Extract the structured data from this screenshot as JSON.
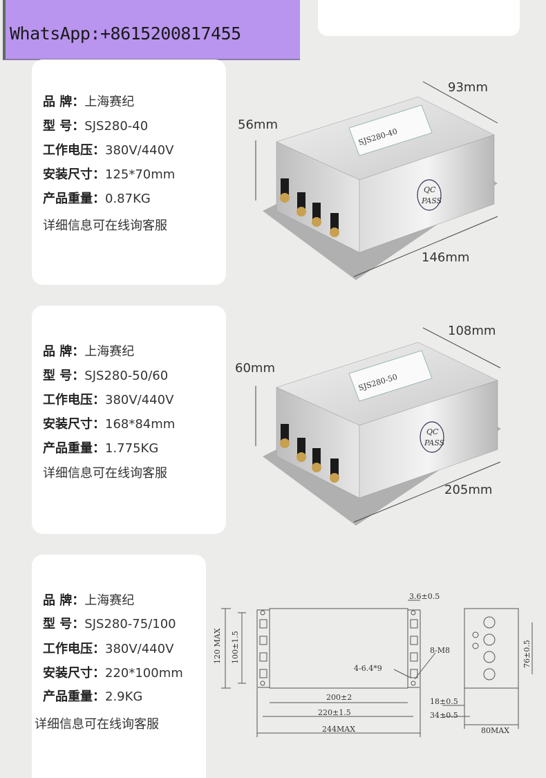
{
  "banner": {
    "text": "WhatsApp:+8615200817455"
  },
  "products": [
    {
      "brand_label": "品  牌：",
      "brand": "上海赛纪",
      "model_label": "型  号：",
      "model": "SJS280-40",
      "voltage_label": "工作电压：",
      "voltage": "380V/440V",
      "mount_label": "安装尺寸：",
      "mount": "125*70mm",
      "weight_label": "产品重量：",
      "weight": "0.87KG",
      "note": "详细信息可在线询客服",
      "dims": {
        "width": "93mm",
        "height": "56mm",
        "length": "146mm"
      },
      "label_text": "SJS280-40"
    },
    {
      "brand_label": "品  牌：",
      "brand": "上海赛纪",
      "model_label": "型  号：",
      "model": "SJS280-50/60",
      "voltage_label": "工作电压：",
      "voltage": "380V/440V",
      "mount_label": "安装尺寸：",
      "mount": "168*84mm",
      "weight_label": "产品重量：",
      "weight": "1.775KG",
      "note": "详细信息可在线询客服",
      "dims": {
        "width": "108mm",
        "height": "60mm",
        "length": "205mm"
      },
      "label_text": "SJS280-50"
    },
    {
      "brand_label": "品  牌：",
      "brand": "上海赛纪",
      "model_label": "型  号：",
      "model": "SJS280-75/100",
      "voltage_label": "工作电压：",
      "voltage": "380V/440V",
      "mount_label": "安装尺寸：",
      "mount": "220*100mm",
      "weight_label": "产品重量：",
      "weight": "2.9KG",
      "note": "详细信息可在线询客服"
    }
  ],
  "badge": {
    "top": "QC",
    "bottom": "PASS"
  },
  "drawing": {
    "d_36": "3.6±0.5",
    "d_120": "120 MAX",
    "d_100": "100±1.5",
    "d_8m8": "8-M8",
    "d_464": "4-6.4*9",
    "d_200": "200±2",
    "d_220": "220±1.5",
    "d_244": "244MAX",
    "d_18": "18±0.5",
    "d_34": "34±0.5",
    "d_80": "80MAX",
    "d_76": "76±0.5"
  }
}
